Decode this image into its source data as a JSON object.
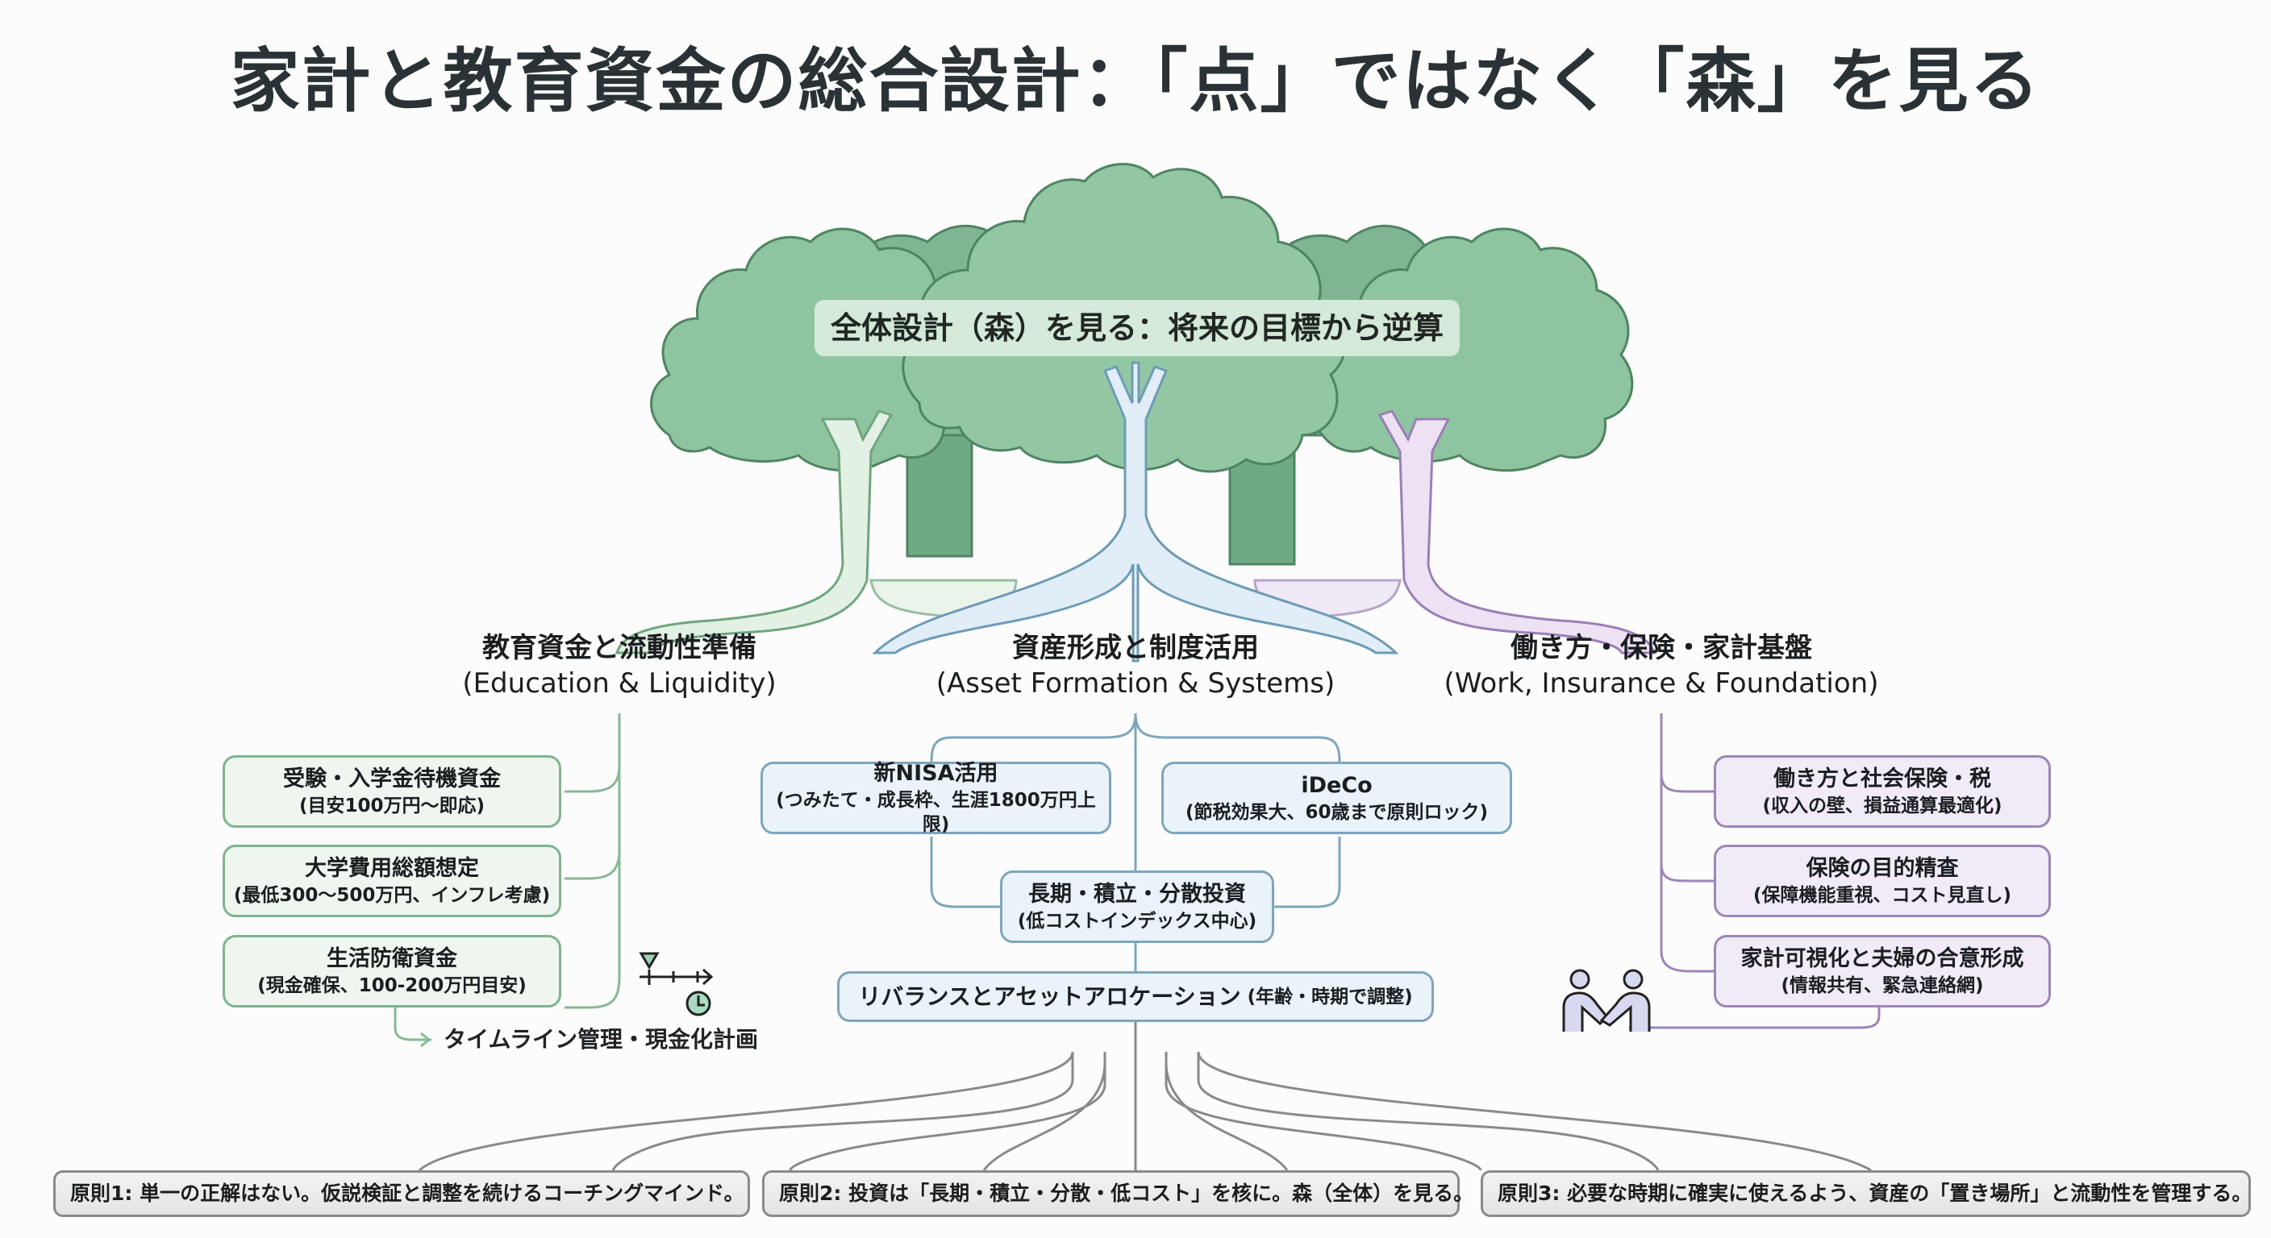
{
  "title": "家計と教育資金の総合設計：「点」ではなく「森」を見る",
  "forest_label": "全体設計（森）を見る：将来の目標から逆算",
  "colors": {
    "green": "#7fb48f",
    "blue": "#7fa5bc",
    "purple": "#9c86b8",
    "tree_canopy": "#8fc4a0",
    "principle_border": "#8a8a8a"
  },
  "branches": [
    {
      "title_jp": "教育資金と流動性準備",
      "title_en": "(Education & Liquidity)",
      "items": [
        {
          "main": "受験・入学金待機資金",
          "sub": "(目安100万円〜即応)"
        },
        {
          "main": "大学費用総額想定",
          "sub": "(最低300〜500万円、インフレ考慮)"
        },
        {
          "main": "生活防衛資金",
          "sub": "(現金確保、100-200万円目安)"
        }
      ],
      "footer": "タイムライン管理・現金化計画",
      "icon": "timeline-clock-icon"
    },
    {
      "title_jp": "資産形成と制度活用",
      "title_en": "(Asset Formation & Systems)",
      "items": [
        {
          "main": "新NISA活用",
          "sub": "(つみたて・成長枠、生涯1800万円上限)"
        },
        {
          "main": "iDeCo",
          "sub": "(節税効果大、60歳まで原則ロック)"
        },
        {
          "main": "長期・積立・分散投資",
          "sub": "(低コストインデックス中心)"
        },
        {
          "main": "リバランスとアセットアロケーション",
          "sub": "(年齢・時期で調整)"
        }
      ]
    },
    {
      "title_jp": "働き方・保険・家計基盤",
      "title_en": "(Work, Insurance & Foundation)",
      "items": [
        {
          "main": "働き方と社会保険・税",
          "sub": "(収入の壁、損益通算最適化)"
        },
        {
          "main": "保険の目的精査",
          "sub": "(保障機能重視、コスト見直し)"
        },
        {
          "main": "家計可視化と夫婦の合意形成",
          "sub": "(情報共有、緊急連絡網)"
        }
      ],
      "icon": "handshake-icon"
    }
  ],
  "principles": [
    "原則1: 単一の正解はない。仮説検証と調整を続けるコーチングマインド。",
    "原則2: 投資は「長期・積立・分散・低コスト」を核に。森（全体）を見る。",
    "原則3: 必要な時期に確実に使えるよう、資産の「置き場所」と流動性を管理する。"
  ]
}
